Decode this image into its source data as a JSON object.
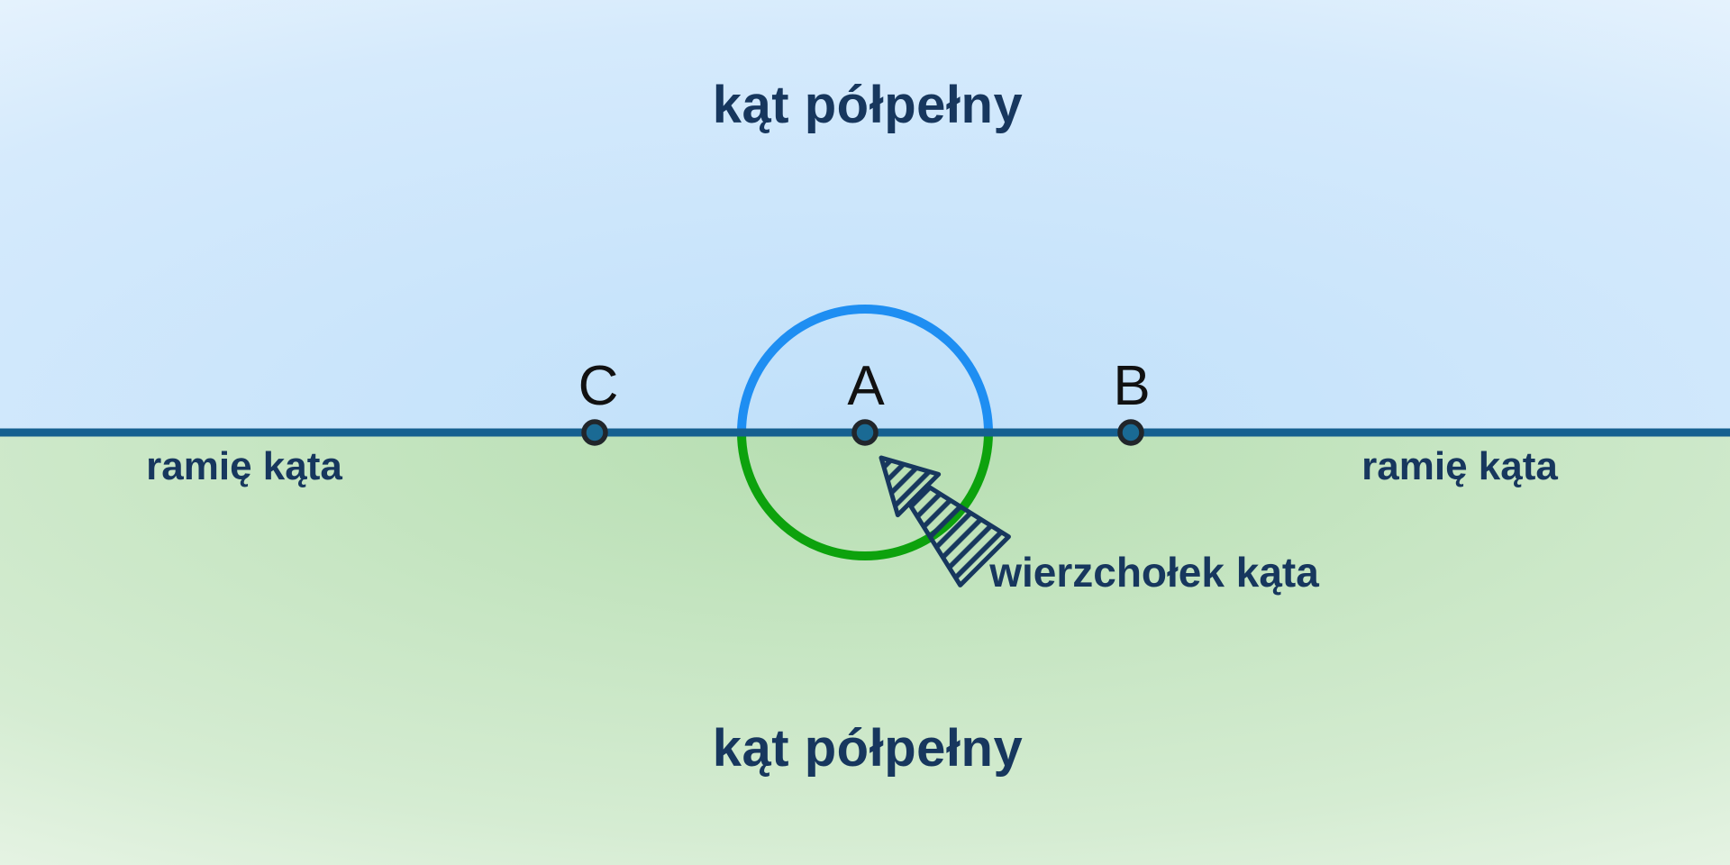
{
  "figure": {
    "title_top": "kąt półpełny",
    "title_bottom": "kąt półpełny",
    "arm_label_left": "ramię kąta",
    "arm_label_right": "ramię kąta",
    "vertex_label": "wierzchołek kąta",
    "points": {
      "left": "C",
      "center": "A",
      "right": "B"
    }
  },
  "colors": {
    "navy": "#17375e",
    "line": "#156090",
    "arc-top": "#1e8ef2",
    "arc-bottom": "#0da20d",
    "point-fill": "#1a6a94",
    "point-ring": "#21262b",
    "letter": "#111111",
    "bg-top-center": "#c0e0fa",
    "bg-bottom-center": "#b6deb1"
  }
}
